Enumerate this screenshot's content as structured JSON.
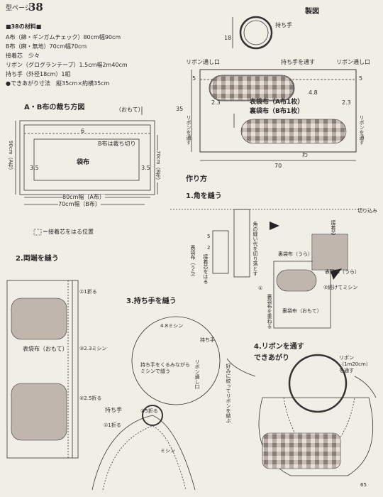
{
  "header": {
    "prefix": "型ページ",
    "number": "38"
  },
  "materials": {
    "heading": "■38の材料■",
    "lines": [
      "A布（綿・ギンガムチェック）80cm幅90cm",
      "B布（麻・無地）70cm幅70cm",
      "接着芯　少々",
      "リボン（グログランテープ）1.5cm幅2m40cm",
      "持ち手（外径18cm）1組",
      "●できあがり寸法　縦35cm×約横35cm"
    ]
  },
  "cutting": {
    "title": "A・B布の裁ち方図",
    "omote": "（おもて）",
    "dim_top": "6",
    "cut_note": "B布は裁ち切り",
    "bag_label": "袋布",
    "seam_left": "3.5",
    "seam_right": "3.5",
    "left_dim": "90cm（A布）",
    "right_dim": "70cm（B布）",
    "width_a": "80cm幅（A布）",
    "width_b": "70cm幅（B布）",
    "legend": "＝接着芯をはる位置"
  },
  "seizu": {
    "title": "製図",
    "handle": "持ち手",
    "handle_dim": "18",
    "ribbon_hole_left": "リボン通し口",
    "ribbon_hole_right": "リボン通し口",
    "through_handle": "持ち手を通す",
    "dim_5_left": "5",
    "dim_5_right": "5",
    "dim_48": "4.8",
    "dim_23_left": "2.3",
    "dim_23_right": "2.3",
    "outer": "表袋布（A布1枚）",
    "inner": "裏袋布（B布1枚）",
    "height": "35",
    "ribbon_left": "リボンを通す",
    "ribbon_right": "リボンを通す",
    "wa": "わ",
    "width": "70"
  },
  "howto": {
    "title": "作り方",
    "step1": {
      "title": "1.角を縫う",
      "corner_note": "角の縫い代を切り落とす",
      "outer_back": "表袋布（うら）",
      "fusible": "接着芯をはる",
      "dim_5": "5",
      "dim_2": "2",
      "cut_in": "切り込み",
      "fusible2": "接着芯",
      "outer_back2": "表袋布（うら）",
      "inner_back": "裏袋布（うら）",
      "overlap": "裏袋布を重ねる",
      "stitch": "②続けてミシン",
      "inner_front": "裏袋布（おもて）",
      "circle1": "①"
    },
    "step2": {
      "title": "2.両端を縫う",
      "fold1": "①1折る",
      "machine": "③2.3ミシン",
      "fold25": "②2.5折る",
      "outer_front": "表袋布（おもて）"
    },
    "step3": {
      "title": "3.持ち手を縫う",
      "dim_48": "4.8ミシン",
      "handle": "持ち手",
      "wrap": "持ち手をくるみながらミシンで縫う",
      "ribbon_hole": "リボン通し口",
      "handle2": "持ち手",
      "fold5": "②5折る",
      "fold1": "①1折る",
      "machine": "ミシン"
    },
    "step4": {
      "title": "4.リボンを通す",
      "done": "できあがり",
      "tie": "好みに絞ってリボンを結ぶ",
      "ribbon": "リボン（1m20cm）を通す"
    }
  },
  "page_number": "65"
}
